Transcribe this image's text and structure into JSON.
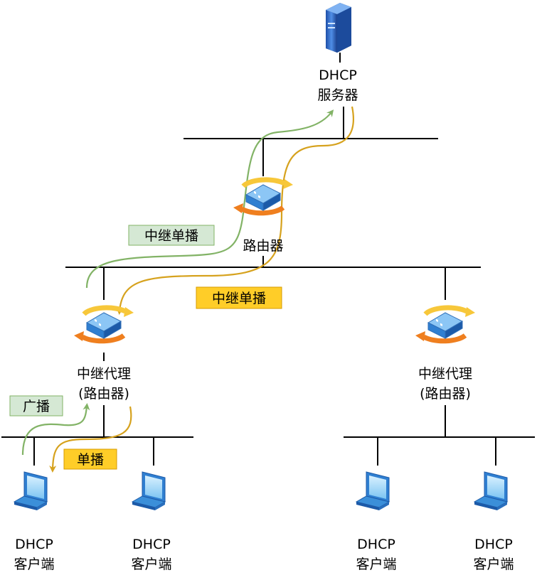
{
  "server": {
    "line1": "DHCP",
    "line2": "服务器"
  },
  "top_router": {
    "label": "路由器"
  },
  "relay_left": {
    "line1": "中继代理",
    "line2": "(路由器)"
  },
  "relay_right": {
    "line1": "中继代理",
    "line2": "(路由器)"
  },
  "clients": [
    {
      "line1": "DHCP",
      "line2": "客户端"
    },
    {
      "line1": "DHCP",
      "line2": "客户端"
    },
    {
      "line1": "DHCP",
      "line2": "客户端"
    },
    {
      "line1": "DHCP",
      "line2": "客户端"
    }
  ],
  "tags": {
    "relay_unicast_green": "中继单播",
    "relay_unicast_orange": "中继单播",
    "broadcast": "广播",
    "unicast": "单播"
  },
  "colors": {
    "green_path": "#82b366",
    "orange_path": "#d6a21e",
    "green_tag_fill": "#d5e8d4",
    "green_tag_stroke": "#82b366",
    "orange_tag_fill": "#ffcd28",
    "orange_tag_stroke": "#d79b00",
    "device_blue": "#3b8fd9"
  }
}
